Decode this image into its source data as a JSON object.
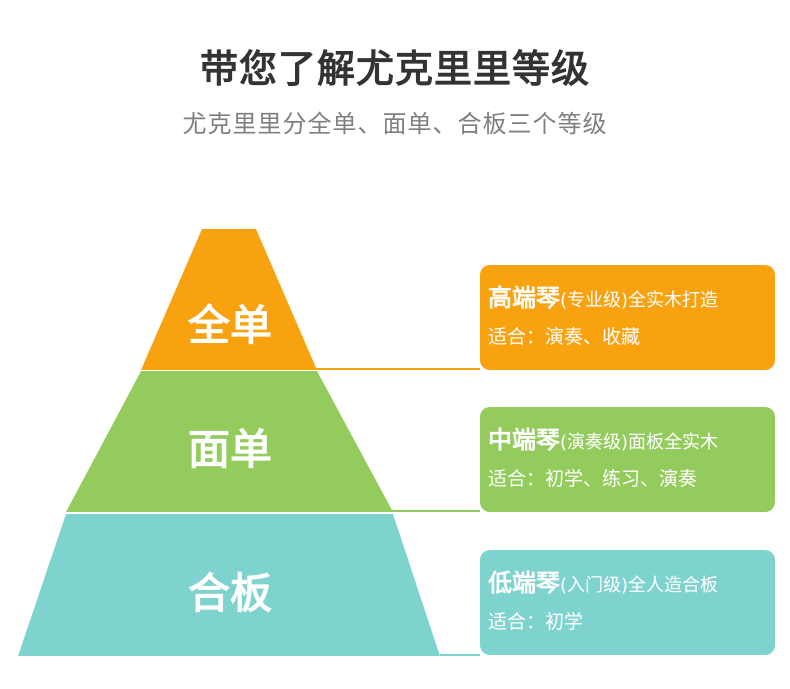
{
  "header": {
    "title": "带您了解尤克里里等级",
    "subtitle": "尤克里里分全单、面单、合板三个等级"
  },
  "colors": {
    "top": "#f9a20f",
    "middle": "#93cb5c",
    "bottom": "#7fd3cf",
    "title": "#333333",
    "subtitle": "#7f7f7f"
  },
  "tiers": [
    {
      "label": "全单",
      "grade": "高端琴",
      "grade_note": "(专业级)",
      "material": "全实木打造",
      "use": "适合：演奏、收藏"
    },
    {
      "label": "面单",
      "grade": "中端琴",
      "grade_note": "(演奏级)",
      "material": "面板全实木",
      "use": "适合：初学、练习、演奏"
    },
    {
      "label": "合板",
      "grade": "低端琴",
      "grade_note": "(入门级)",
      "material": "全人造合板",
      "use": "适合：初学"
    }
  ]
}
